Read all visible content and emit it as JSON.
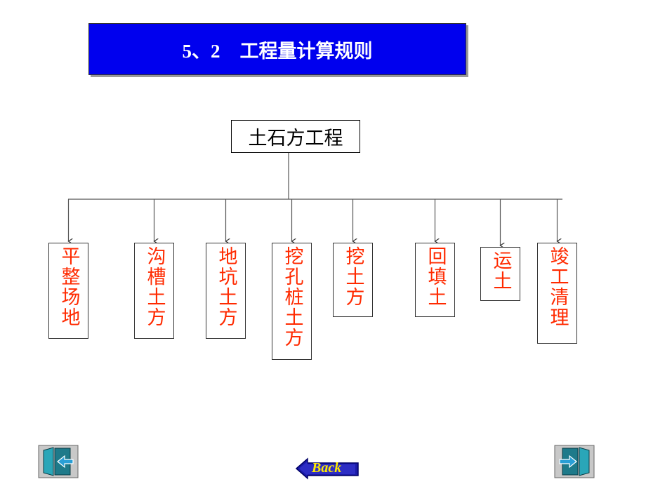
{
  "banner": {
    "number": "5、2",
    "title": "工程量计算规则"
  },
  "diagram": {
    "root": "土石方工程",
    "children": [
      "平整场地",
      "沟槽土方",
      "地坑土方",
      "挖孔桩土方",
      "挖土方",
      "回填土",
      "运土",
      "竣工清理"
    ]
  },
  "nav": {
    "back_label": "Back"
  },
  "colors": {
    "banner_bg": "#0000ee",
    "leaf_text": "#ff2a00",
    "line": "#333333"
  }
}
